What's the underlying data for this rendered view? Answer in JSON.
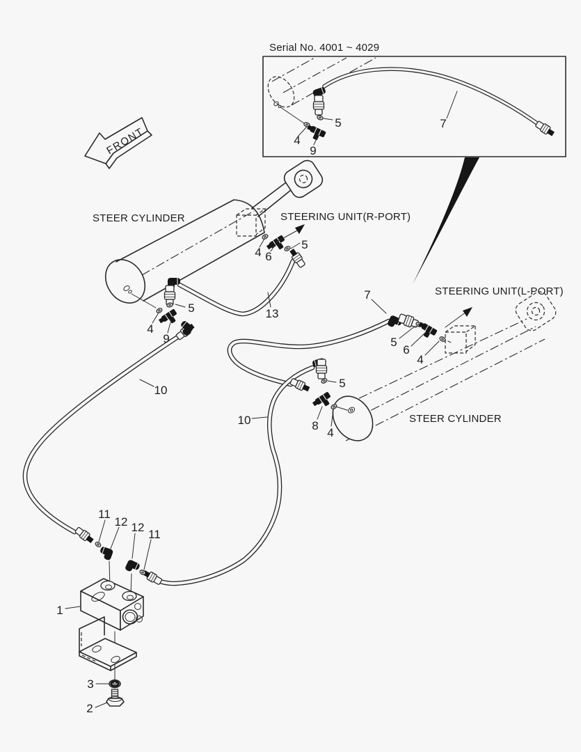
{
  "colors": {
    "background": "#f7f7f7",
    "line": "#2a2a2a",
    "dark_fill": "#161616"
  },
  "inset": {
    "serial_note": "Serial No. 4001 ~ 4029"
  },
  "front_arrow": {
    "label": "FRONT"
  },
  "labels": {
    "left_cylinder": "STEER CYLINDER",
    "steering_unit_r_port": "STEERING UNIT(R-PORT)",
    "steering_unit_l_port": "STEERING UNIT(L-PORT)",
    "right_cylinder": "STEER CYLINDER"
  },
  "callouts": {
    "inset_oring_5": "5",
    "inset_oring_4": "4",
    "inset_tee_9": "9",
    "inset_hose_7": "7",
    "rport_oring_4": "4",
    "rport_tee_6": "6",
    "rport_oring_5": "5",
    "hose_13": "13",
    "leftcyl_oring_5": "5",
    "leftcyl_oring_4": "4",
    "leftcyl_tee_9": "9",
    "hose_10_left": "10",
    "lport_hose_7": "7",
    "lport_oring_5": "5",
    "lport_tee_6": "6",
    "lport_oring_4": "4",
    "rightcyl_oring_5": "5",
    "rightcyl_tee_8": "8",
    "rightcyl_oring_4": "4",
    "hose_10_right": "10",
    "valve_oring_11_left": "11",
    "valve_elbow_12_left": "12",
    "valve_elbow_12_right": "12",
    "valve_oring_11_right": "11",
    "valve_body_1": "1",
    "washer_3": "3",
    "bolt_2": "2"
  }
}
